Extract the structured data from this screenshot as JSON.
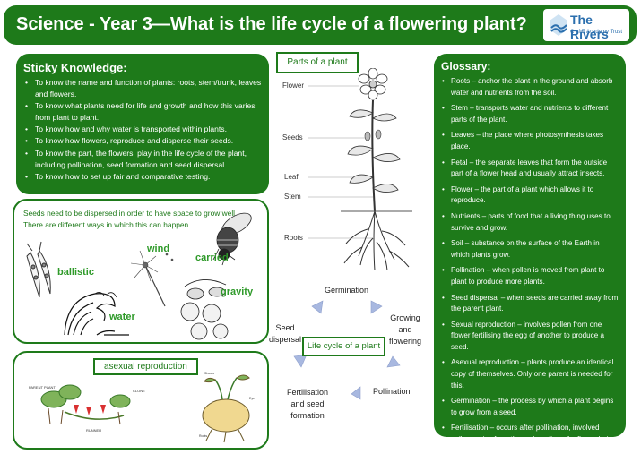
{
  "header": {
    "title": "Science - Year 3—What is the life cycle of a flowering plant?",
    "logo_name": "The Rivers",
    "logo_sub": "C of E Academy Trust"
  },
  "sticky": {
    "title": "Sticky Knowledge:",
    "items": [
      "To know the name and function of plants: roots, stem/trunk, leaves and flowers.",
      "To know what plants need for life and growth and how this varies from plant to plant.",
      "To know how and why water is transported within plants.",
      "To know how flowers, reproduce and disperse their seeds.",
      "To know the part, the flowers, play in the life cycle of the plant, including pollination, seed formation and seed dispersal.",
      "To know how to set up fair and comparative testing."
    ]
  },
  "dispersal": {
    "text": "Seeds need to be dispersed in order to have space to grow well. There are different ways in which this can happen.",
    "labels": {
      "ballistic": "ballistic",
      "wind": "wind",
      "carried": "carried",
      "water": "water",
      "gravity": "gravity"
    }
  },
  "asexual": {
    "label": "asexual reproduction",
    "diagram_labels": {
      "parent_plant": "PARENT PLANT",
      "runner": "RUNNER",
      "clone": "CLONE",
      "roots": "Roots",
      "eye": "Eye",
      "shoots": "Shoots"
    }
  },
  "parts": {
    "label": "Parts of a plant",
    "flower": "Flower",
    "seeds": "Seeds",
    "leaf": "Leaf",
    "stem": "Stem",
    "roots": "Roots"
  },
  "cycle": {
    "label": "Life cycle of a plant",
    "germination": "Germination",
    "growing_1": "Growing",
    "growing_2": "and",
    "growing_3": "flowering",
    "pollination": "Pollination",
    "fert_1": "Fertilisation",
    "fert_2": "and seed",
    "fert_3": "formation",
    "seed_1": "Seed",
    "seed_2": "dispersal"
  },
  "glossary": {
    "title": "Glossary:",
    "items": [
      "Roots – anchor the plant in the ground and absorb water and nutrients from the soil.",
      "Stem – transports water and nutrients to different parts of the plant.",
      "Leaves – the place where photosynthesis takes place.",
      "Petal – the separate leaves that form the outside part of a flower head and usually attract insects.",
      "Flower – the part of a plant which allows it to reproduce.",
      "Nutrients – parts of food that a living thing uses to survive and grow.",
      "Soil – substance on the surface of the Earth in which plants grow.",
      "Pollination – when pollen is moved from plant to plant to produce more plants.",
      "Seed dispersal – when seeds are carried away from the parent plant.",
      "Sexual reproduction – involves pollen from one flower fertilising the egg of another to produce a seed.",
      "Asexual reproduction – plants produce an identical copy of themselves. Only one parent is needed for this.",
      "Germination – the process by which a plant begins to grow from a seed.",
      "Fertilisation – occurs after pollination, involved pollen grains from the male anther of a flower being transferred to the female stigma."
    ]
  },
  "colors": {
    "primary_green": "#1e7a1a",
    "label_green": "#2f9a2a",
    "logo_blue": "#2b6fae",
    "arrow_blue": "#a8b8e0"
  }
}
